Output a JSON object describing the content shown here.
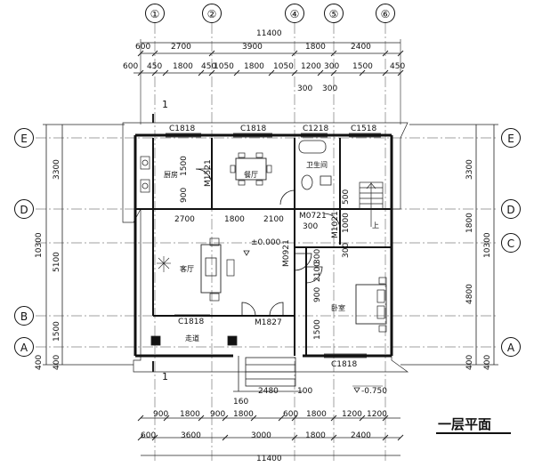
{
  "axes_top": [
    "①",
    "②",
    "④",
    "⑤",
    "⑥"
  ],
  "axes_side": [
    "E",
    "D",
    "C",
    "B",
    "A"
  ],
  "dims_top_total": "11400",
  "dims_top_row1": [
    "600",
    "2700",
    "3900",
    "1800",
    "2400"
  ],
  "dims_top_row2": [
    "600",
    "450",
    "1800",
    "450",
    "1050",
    "1800",
    "1050",
    "1200",
    "300",
    "1500",
    "450"
  ],
  "dims_top_300": [
    "300",
    "300"
  ],
  "dims_bottom_total": "11400",
  "dims_bottom_row1": [
    "600",
    "3600",
    "3000",
    "1800",
    "2400"
  ],
  "dims_bottom_row2": [
    "900",
    "1800",
    "900",
    "1800",
    "600",
    "1800",
    "1200",
    "1200"
  ],
  "dims_left_outer": [
    "10300",
    "400"
  ],
  "dims_left_inner": [
    "3300",
    "5100",
    "1500",
    "400"
  ],
  "dims_right_outer": [
    "10300",
    "400"
  ],
  "dims_right_inner": [
    "3300",
    "1800",
    "4800",
    "400"
  ],
  "windows": [
    "C1818",
    "C1818",
    "C1218",
    "C1518",
    "C1818",
    "C1818"
  ],
  "doors": [
    "M1521",
    "M0721",
    "M0921",
    "M1827",
    "M0921",
    "M1021"
  ],
  "rooms": {
    "kitchen": "厨房",
    "dining": "餐厅",
    "bath": "卫生间",
    "living": "客厅",
    "bedroom": "卧室",
    "corridor": "走道",
    "up": "上"
  },
  "interior_dims": [
    "2700",
    "1800",
    "2100",
    "1500",
    "900",
    "900",
    "2100",
    "1500",
    "500",
    "1000",
    "300",
    "300",
    "300",
    "300",
    "1000",
    "300"
  ],
  "levels": [
    "±0.000",
    "-0.750"
  ],
  "step_dims": [
    "2480",
    "100",
    "160"
  ],
  "section_marks": [
    "1",
    "1"
  ],
  "title": "一层平面"
}
